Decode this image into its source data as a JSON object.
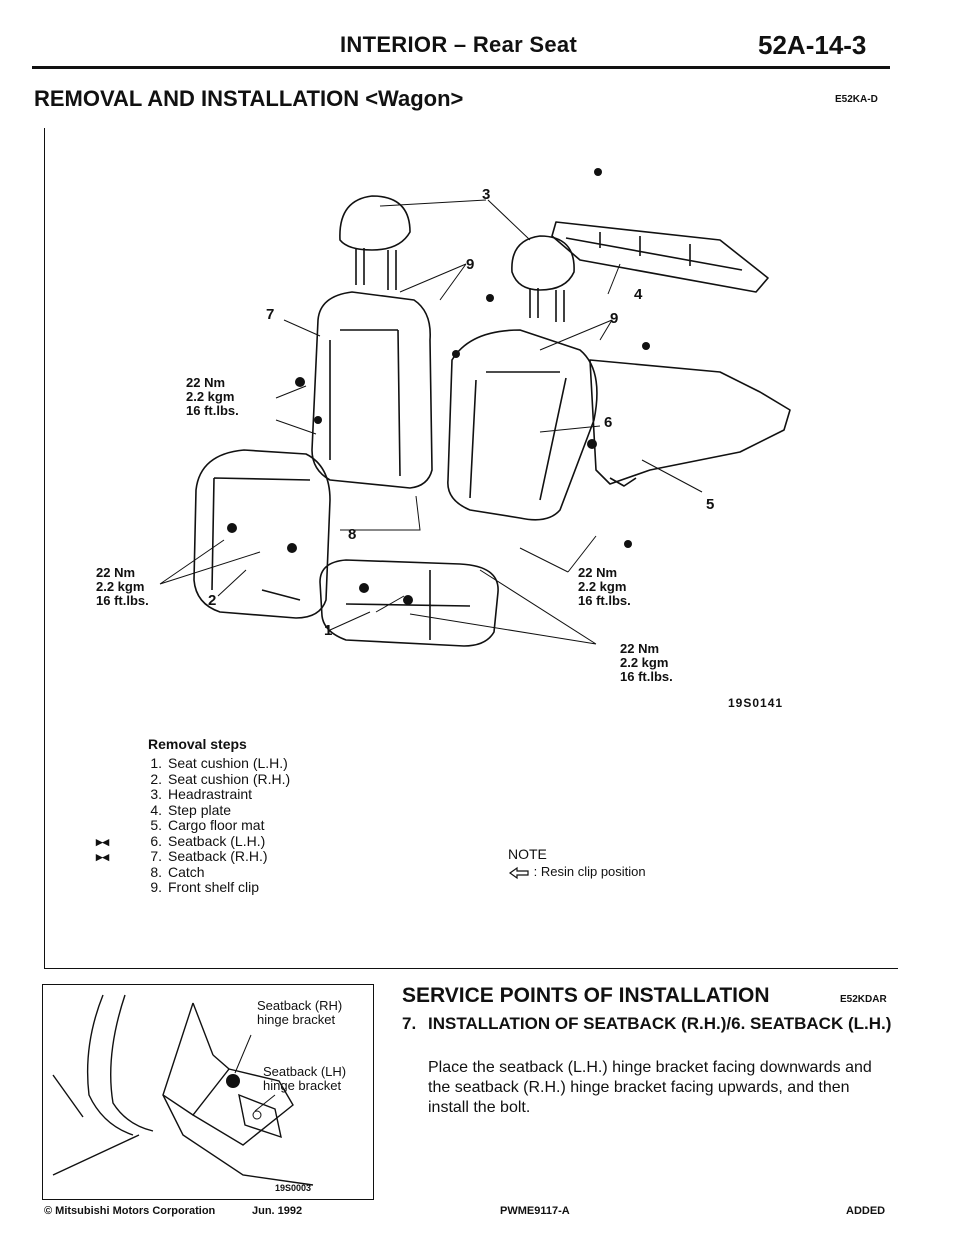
{
  "header": {
    "title": "INTERIOR – Rear Seat",
    "page_code": "52A-14-3"
  },
  "section": {
    "title": "REMOVAL AND INSTALLATION <Wagon>",
    "code": "E52KA-D"
  },
  "diagram": {
    "callouts": [
      "1",
      "2",
      "3",
      "4",
      "5",
      "6",
      "7",
      "8",
      "9",
      "9"
    ],
    "torque": [
      "22 Nm",
      "2.2 kgm",
      "16 ft.lbs."
    ],
    "figure_code": "19S0141"
  },
  "removal": {
    "heading": "Removal steps",
    "marker": "▸◂",
    "steps": [
      {
        "num": "1.",
        "text": "Seat cushion (L.H.)"
      },
      {
        "num": "2.",
        "text": "Seat cushion (R.H.)"
      },
      {
        "num": "3.",
        "text": "Headrastraint"
      },
      {
        "num": "4.",
        "text": "Step plate"
      },
      {
        "num": "5.",
        "text": "Cargo floor mat"
      },
      {
        "num": "6.",
        "text": "Seatback (L.H.)"
      },
      {
        "num": "7.",
        "text": "Seatback (R.H.)"
      },
      {
        "num": "8.",
        "text": "Catch"
      },
      {
        "num": "9.",
        "text": "Front shelf clip"
      }
    ]
  },
  "note": {
    "heading": "NOTE",
    "arrow_icon": "open-arrow-left-icon",
    "text": ": Resin clip position"
  },
  "inset": {
    "label_rh": [
      "Seatback (RH)",
      "hinge bracket"
    ],
    "label_lh": [
      "Seatback (LH)",
      "hinge bracket"
    ],
    "figure_code": "19S0003"
  },
  "service": {
    "title": "SERVICE POINTS OF INSTALLATION",
    "code": "E52KDAR",
    "item_num": "7.",
    "item_title": "INSTALLATION OF SEATBACK (R.H.)/6. SEATBACK (L.H.)",
    "body": "Place the seatback (L.H.) hinge bracket facing downwards and the seatback (R.H.) hinge bracket facing upwards, and then install the bolt."
  },
  "footer": {
    "copyright": "© Mitsubishi Motors Corporation",
    "date": "Jun. 1992",
    "doc_code": "PWME9117-A",
    "status": "ADDED"
  }
}
